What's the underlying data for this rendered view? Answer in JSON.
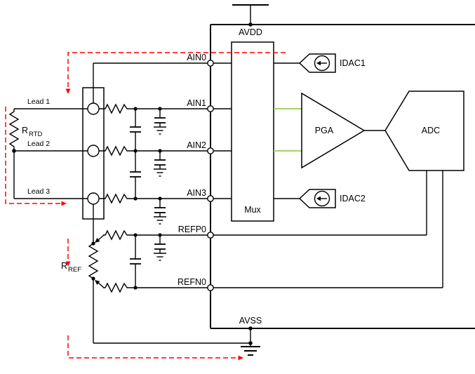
{
  "schematic": {
    "supplies": {
      "avdd": "AVDD",
      "avss": "AVSS"
    },
    "pins": {
      "ain0": "AIN0",
      "ain1": "AIN1",
      "ain2": "AIN2",
      "ain3": "AIN3",
      "refp0": "REFP0",
      "refn0": "REFN0"
    },
    "blocks": {
      "mux": "Mux",
      "pga": "PGA",
      "adc": "ADC",
      "idac1": "IDAC1",
      "idac2": "IDAC2"
    },
    "rtd": {
      "lead1": "Lead 1",
      "lead2": "Lead 2",
      "lead3": "Lead 3",
      "r_rtd_symbol": "R",
      "r_rtd_subscript": "RTD"
    },
    "reference": {
      "r_ref_symbol": "R",
      "r_ref_subscript": "REF"
    }
  },
  "colors": {
    "wire": "#000000",
    "signal_highlight": "#92d050",
    "current_path": "#ff0000",
    "background": "#ffffff"
  }
}
